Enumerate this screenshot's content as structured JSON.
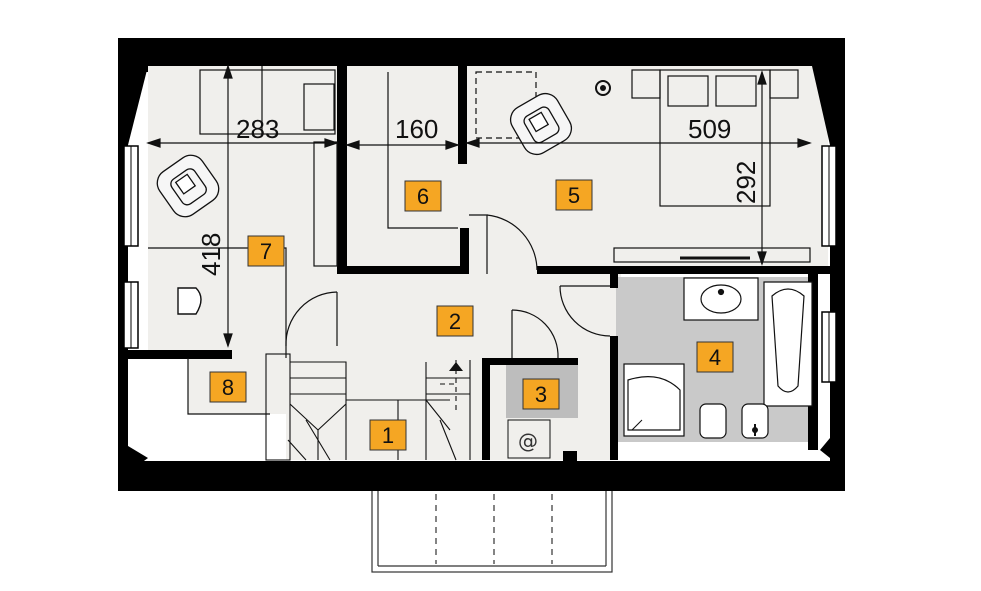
{
  "rooms": [
    {
      "number": "1"
    },
    {
      "number": "2"
    },
    {
      "number": "3"
    },
    {
      "number": "4"
    },
    {
      "number": "5"
    },
    {
      "number": "6"
    },
    {
      "number": "7"
    },
    {
      "number": "8"
    }
  ],
  "dimensions": {
    "width_left": "283",
    "width_mid": "160",
    "width_right": "509",
    "height_left": "418",
    "height_right": "292"
  },
  "colors": {
    "wall": "#000000",
    "floor": "#f0efec",
    "room_tag": "#f5a623",
    "bathroom_floor": "#c9c9c9"
  }
}
